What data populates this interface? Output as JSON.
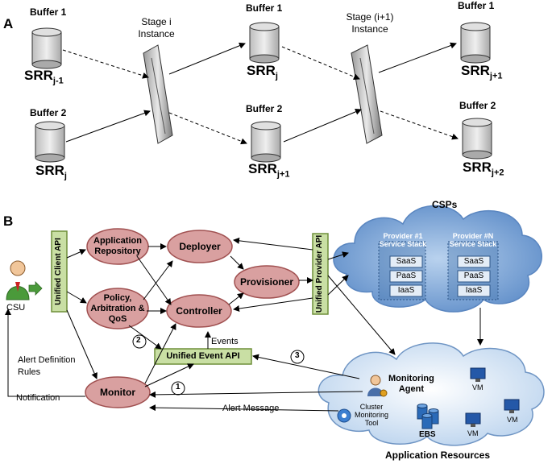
{
  "panel_a": {
    "letter": "A",
    "buffer1_label": "Buffer 1",
    "buffer2_label": "Buffer 2",
    "srr": "SRR",
    "sub_j_minus_1": "j-1",
    "sub_j": "j",
    "sub_j_plus_1": "j+1",
    "sub_j_plus_2": "j+2",
    "stage_i_line1": "Stage i",
    "stage_i_line2": "Instance",
    "stage_i1_line1": "Stage (i+1)",
    "stage_i1_line2": "Instance"
  },
  "panel_b": {
    "letter": "B",
    "csu": "CSU",
    "unified_client_api": "Unified Client API",
    "unified_provider_api": "Unified Provider API",
    "unified_event_api": "Unified Event API",
    "app_repo_l1": "Application",
    "app_repo_l2": "Repository",
    "deployer": "Deployer",
    "provisioner": "Provisioner",
    "controller": "Controller",
    "policy_l1": "Policy,",
    "policy_l2": "Arbitration &",
    "policy_l3": "QoS",
    "monitor": "Monitor",
    "events": "Events",
    "alert_def_l1": "Alert Definition",
    "alert_def_l2": "Rules",
    "notification": "Notification",
    "alert_message": "Alert Message",
    "step1": "1",
    "step2": "2",
    "step3": "3",
    "csps": "CSPs",
    "provider1_l1": "Provider #1",
    "provider1_l2": "Service Stack",
    "providerN_l1": "Provider #N",
    "providerN_l2": "Service Stack",
    "saas": "SaaS",
    "paas": "PaaS",
    "iaas": "IaaS",
    "monitoring_agent_l1": "Monitoring",
    "monitoring_agent_l2": "Agent",
    "cluster_l1": "Cluster",
    "cluster_l2": "Monitoring",
    "cluster_l3": "Tool",
    "ebs": "EBS",
    "vm": "VM",
    "app_resources": "Application Resources"
  },
  "colors": {
    "oval_fill": "#d9a0a0",
    "oval_stroke": "#a05050",
    "api_fill": "#c9dfa4",
    "api_stroke": "#6f8f3a",
    "cloud_fill": "#8fb5df",
    "cloud_light": "#dde9f5",
    "stack_fill": "#e4edf7"
  }
}
